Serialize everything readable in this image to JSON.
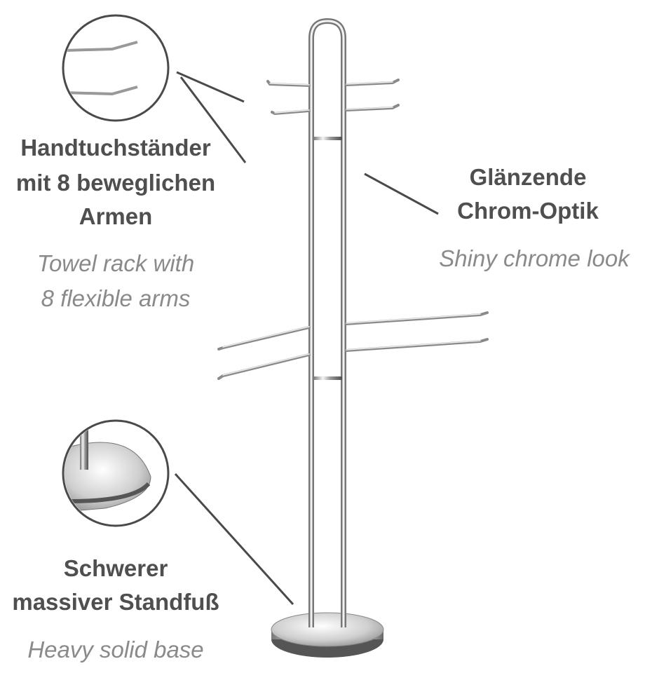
{
  "callouts": {
    "arms": {
      "de_lines": [
        "Handtuchständer",
        "mit 8 beweglichen",
        "Armen"
      ],
      "en_lines": [
        "Towel rack with",
        "8 flexible arms"
      ]
    },
    "chrome": {
      "de_lines": [
        "Glänzende",
        "Chrom-Optik"
      ],
      "en_lines": [
        "Shiny chrome look"
      ]
    },
    "base": {
      "de_lines": [
        "Schwerer",
        "massiver Standfuß"
      ],
      "en_lines": [
        "Heavy solid base"
      ]
    }
  },
  "colors": {
    "heading": "#4f4f4f",
    "subtitle": "#8a8a8a",
    "leader_line": "#4a4a4a"
  }
}
